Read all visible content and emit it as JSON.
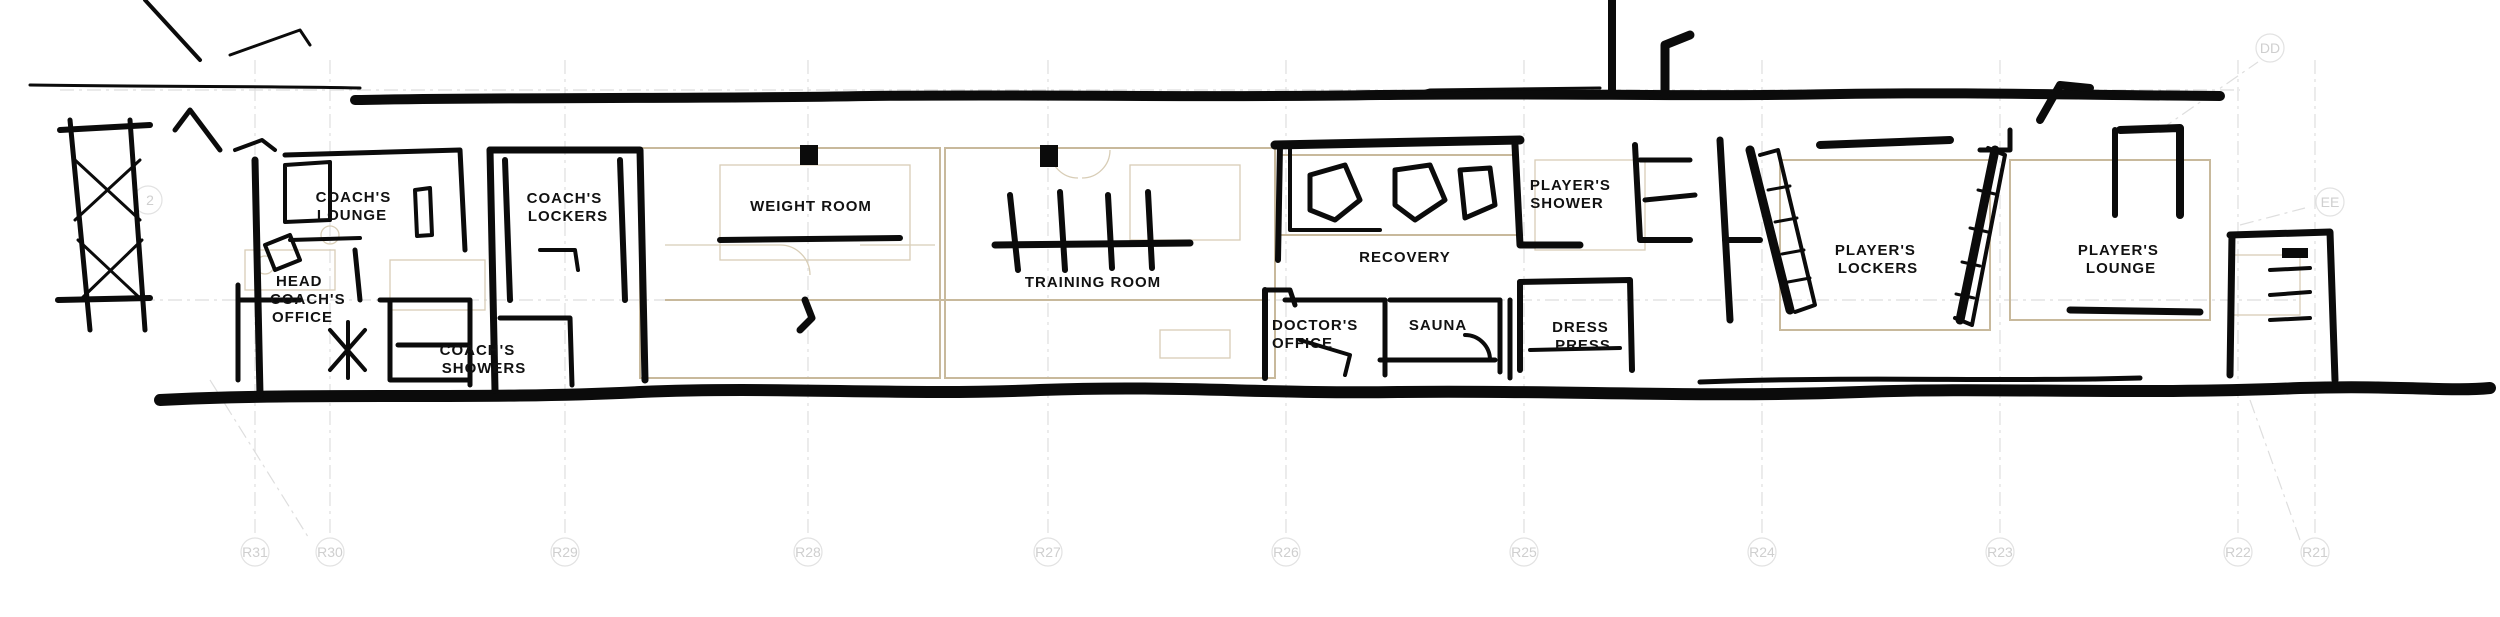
{
  "rooms": {
    "coach_lounge": [
      "COACH'S",
      "LOUNGE"
    ],
    "coach_lockers": [
      "COACH'S",
      "LOCKERS"
    ],
    "head_coach_office": [
      "HEAD",
      "COACH'S",
      "OFFICE"
    ],
    "coach_showers": [
      "COACH'S",
      "SHOWERS"
    ],
    "weight_room": "WEIGHT ROOM",
    "training_room": "TRAINING ROOM",
    "recovery": "RECOVERY",
    "doctor_office": [
      "DOCTOR'S",
      "OFFICE"
    ],
    "sauna": "SAUNA",
    "player_shower": [
      "PLAYER'S",
      "SHOWER"
    ],
    "dress_press": [
      "DRESS",
      "PRESS"
    ],
    "player_lockers": [
      "PLAYER'S",
      "LOCKERS"
    ],
    "player_lounge": [
      "PLAYER'S",
      "LOUNGE"
    ]
  },
  "grid_labels": {
    "r31": "R31",
    "r30": "R30",
    "r29": "R29",
    "r28": "R28",
    "r27": "R27",
    "r26": "R26",
    "r25": "R25",
    "r24": "R24",
    "r23": "R23",
    "r22": "R22",
    "r21": "R21",
    "dd": "DD",
    "ee": "EE",
    "r32_partial": "2"
  },
  "colors": {
    "ink": "#0b0b0b",
    "furniture": "#c8b99c",
    "grid": "#dedede"
  }
}
